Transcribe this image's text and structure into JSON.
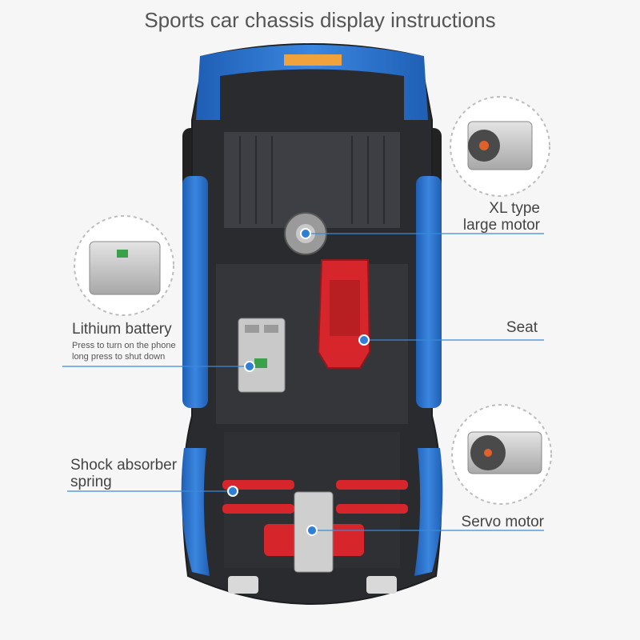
{
  "title": "Sports car chassis display instructions",
  "labels": {
    "xl_motor": [
      "XL type",
      "large motor"
    ],
    "battery": "Lithium battery",
    "battery_notes": [
      "Press to turn on the phone",
      "long press to shut down"
    ],
    "seat": "Seat",
    "shock": [
      "Shock absorber",
      "spring"
    ],
    "servo": "Servo motor"
  },
  "colors": {
    "accent": "#2f7fd6",
    "body_blue": "#2a6fc9",
    "chassis_dark": "#3a3b3f",
    "red": "#d6262b"
  }
}
